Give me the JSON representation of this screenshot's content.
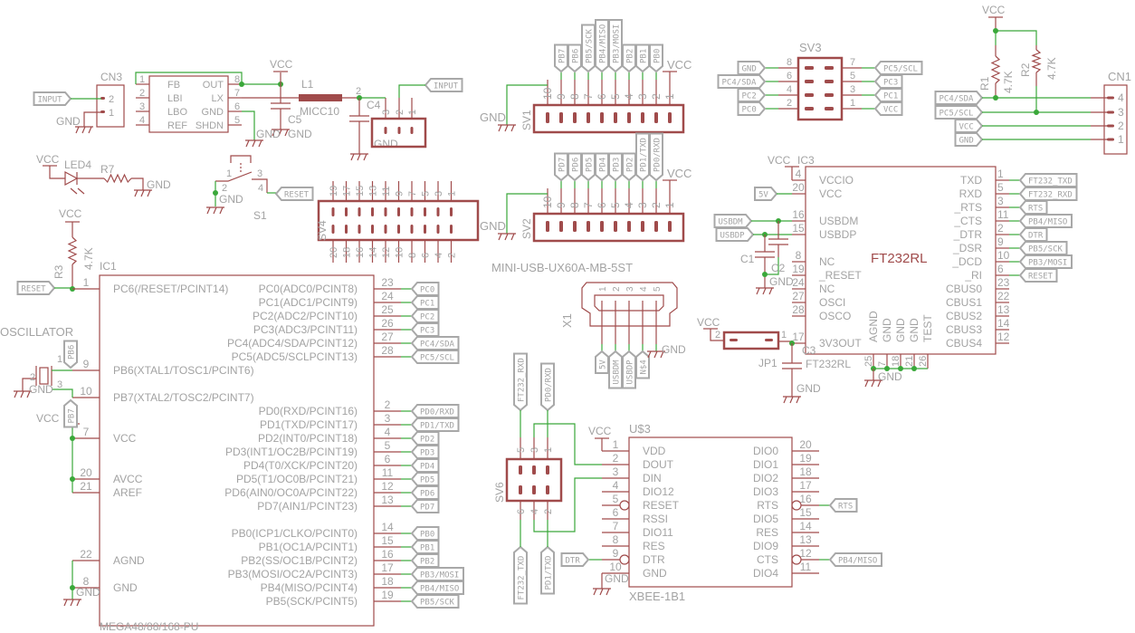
{
  "colors": {
    "wire": "#3aa83a",
    "part": "#a04b4b",
    "text": "#a3a3a3",
    "flag": "#a8a8a8",
    "junction": "#3aa83a",
    "background": "#ffffff"
  },
  "cn3": {
    "name": "CN3",
    "pins": [
      "2",
      "1"
    ],
    "input_flag": "INPUT",
    "gnd": "GND"
  },
  "reg": {
    "left": [
      {
        "num": "1",
        "label": "FB"
      },
      {
        "num": "2",
        "label": "LBI"
      },
      {
        "num": "3",
        "label": "LBO"
      },
      {
        "num": "4",
        "label": "REF"
      }
    ],
    "right": [
      {
        "num": "8",
        "label": "OUT"
      },
      {
        "num": "7",
        "label": "LX"
      },
      {
        "num": "6",
        "label": "GND"
      },
      {
        "num": "5",
        "label": "SHDN"
      }
    ],
    "vcc": "VCC",
    "gnd": [
      "GND",
      "GND"
    ]
  },
  "c5": {
    "name": "C5"
  },
  "l1": {
    "name": "L1",
    "value": "MICC10",
    "pin": "2"
  },
  "c4": {
    "name": "C4",
    "gnd": "GND"
  },
  "hdr3": {
    "pins": [
      "3",
      "2",
      "1"
    ],
    "input_flag": "INPUT"
  },
  "led4": {
    "name": "LED4",
    "vcc": "VCC"
  },
  "r7": {
    "name": "R7",
    "gnd": "GND"
  },
  "s1": {
    "name": "S1",
    "pins": [
      "1",
      "2",
      "3",
      "4"
    ],
    "reset_flag": "RESET",
    "gnd": "GND"
  },
  "sv4": {
    "name": "SV4",
    "top_pins": [
      "19",
      "17",
      "15",
      "13",
      "11",
      "9",
      "7",
      "5",
      "3",
      "1"
    ],
    "bottom_pins": [
      "20",
      "18",
      "16",
      "14",
      "12",
      "10",
      "8",
      "6",
      "4",
      "2"
    ]
  },
  "r3": {
    "name": "R3",
    "value": "4.7K",
    "vcc": "VCC",
    "reset_flag": "RESET"
  },
  "osc": {
    "name": "OSCILLATOR",
    "pins": [
      "2",
      "1",
      "3"
    ],
    "gnd": "GND",
    "pb6_flag": "PB6",
    "pb7_flag": "PB7"
  },
  "ic1": {
    "name": "IC1",
    "value": "MEGA48/88/168-PU",
    "vcc": "VCC",
    "gnd": "GND",
    "left_pins": [
      {
        "num": "1",
        "label": "PC6(/RESET/PCINT14)"
      },
      {
        "num": "9",
        "label": "PB6(XTAL1/TOSC1/PCINT6)"
      },
      {
        "num": "10",
        "label": "PB7(XTAL2/TOSC2/PCINT7)"
      },
      {
        "num": "7",
        "label": "VCC"
      },
      {
        "num": "20",
        "label": "AVCC"
      },
      {
        "num": "21",
        "label": "AREF"
      },
      {
        "num": "22",
        "label": "AGND"
      },
      {
        "num": "8",
        "label": "GND"
      }
    ],
    "right_pins": [
      {
        "num": "23",
        "label": "PC0(ADC0/PCINT8)",
        "net": "PC0"
      },
      {
        "num": "24",
        "label": "PC1(ADC1/PCINT9)",
        "net": "PC1"
      },
      {
        "num": "25",
        "label": "PC2(ADC2/PCINT10)",
        "net": "PC2"
      },
      {
        "num": "26",
        "label": "PC3(ADC3/PCINT11)",
        "net": "PC3"
      },
      {
        "num": "27",
        "label": "PC4(ADC4/SDA/PCINT12)",
        "net": "PC4/SDA"
      },
      {
        "num": "28",
        "label": "PC5(ADC5/SCLPCINT13)",
        "net": "PC5/SCL"
      },
      {
        "num": "2",
        "label": "PD0(RXD/PCINT16)",
        "net": "PD0/RXD"
      },
      {
        "num": "3",
        "label": "PD1(TXD/PCINT17)",
        "net": "PD1/TXD"
      },
      {
        "num": "4",
        "label": "PD2(INT0/PCINT18)",
        "net": "PD2"
      },
      {
        "num": "5",
        "label": "PD3(INT1/OC2B/PCINT19)",
        "net": "PD3"
      },
      {
        "num": "6",
        "label": "PD4(T0/XCK/PCINT20)",
        "net": "PD4"
      },
      {
        "num": "11",
        "label": "PD5(T1/OC0B/PCINT21)",
        "net": "PD5"
      },
      {
        "num": "12",
        "label": "PD6(AIN0/OC0A/PCINT22)",
        "net": "PD6"
      },
      {
        "num": "13",
        "label": "PD7(AIN1/PCINT23)",
        "net": "PD7"
      },
      {
        "num": "14",
        "label": "PB0(ICP1/CLKO/PCINT0)",
        "net": "PB0"
      },
      {
        "num": "15",
        "label": "PB1(OC1A/PCINT1)",
        "net": "PB1"
      },
      {
        "num": "16",
        "label": "PB2(SS/OC1B/PCINT2)",
        "net": "PB2"
      },
      {
        "num": "17",
        "label": "PB3(MOSI/OC2A/PCINT3)",
        "net": "PB3/MOSI"
      },
      {
        "num": "18",
        "label": "PB4(MISO/PCINT4)",
        "net": "PB4/MISO"
      },
      {
        "num": "19",
        "label": "PB5(SCK/PCINT5)",
        "net": "PB5/SCK"
      }
    ]
  },
  "sv1": {
    "name": "SV1",
    "pins": [
      "10",
      "9",
      "8",
      "7",
      "6",
      "5",
      "4",
      "3",
      "2",
      "1"
    ],
    "flags": [
      "PB7",
      "PB6",
      "PB5/SCK",
      "PB4/MISO",
      "PB3/MOSI",
      "PB2",
      "PB1",
      "PB0"
    ],
    "vcc": "VCC",
    "gnd": "GND"
  },
  "sv2": {
    "name": "SV2",
    "pins": [
      "10",
      "9",
      "8",
      "7",
      "6",
      "5",
      "4",
      "3",
      "2",
      "1"
    ],
    "flags": [
      "PD7",
      "PD6",
      "PD5",
      "PD4",
      "PD3",
      "PD2",
      "PD1/TXD",
      "PD0/RXD"
    ],
    "vcc": "VCC",
    "gnd": "GND"
  },
  "x1": {
    "name": "X1",
    "value": "MINI-USB-UX60A-MB-5ST",
    "pins": [
      "1",
      "2",
      "3",
      "4",
      "5"
    ],
    "flags": [
      "5V",
      "USBDM",
      "USBDP",
      "N$4"
    ],
    "gnd": "GND"
  },
  "sv3": {
    "name": "SV3",
    "left": [
      {
        "num": "8",
        "net": "GND"
      },
      {
        "num": "6",
        "net": "PC4/SDA"
      },
      {
        "num": "4",
        "net": "PC2"
      },
      {
        "num": "2",
        "net": "PC0"
      }
    ],
    "right": [
      {
        "num": "7",
        "net": "PC5/SCL"
      },
      {
        "num": "5",
        "net": "PC3"
      },
      {
        "num": "3",
        "net": "PC1"
      },
      {
        "num": "1",
        "net": "VCC"
      }
    ]
  },
  "cn1": {
    "name": "CN1",
    "vcc": "VCC",
    "r1": {
      "name": "R1",
      "value": "4.7K"
    },
    "r2": {
      "name": "R2",
      "value": "4.7K"
    },
    "rows": [
      {
        "num": "4",
        "net": "PC4/SDA"
      },
      {
        "num": "3",
        "net": "PC5/SCL"
      },
      {
        "num": "2",
        "net": "VCC"
      },
      {
        "num": "1",
        "net": "GND"
      }
    ]
  },
  "ic3": {
    "name": "IC3",
    "value": "FT232RL",
    "vcc": "VCC",
    "gnd": "GND",
    "c1": "C1",
    "c2": "C2",
    "vin_flag": "5V",
    "usbdm_flag": "USBDM",
    "usbdp_flag": "USBDP",
    "left": [
      {
        "num": "4",
        "label": "VCCIO"
      },
      {
        "num": "20",
        "label": "VCC"
      },
      {
        "num": "16",
        "label": "USBDM"
      },
      {
        "num": "15",
        "label": "USBDP"
      },
      {
        "num": "8",
        "label": "NC"
      },
      {
        "num": "19",
        "label": "_RESET"
      },
      {
        "num": "24",
        "label": "NC"
      },
      {
        "num": "27",
        "label": "OSCI"
      },
      {
        "num": "28",
        "label": "OSCO"
      },
      {
        "num": "17",
        "label": "3V3OUT"
      }
    ],
    "right": [
      {
        "num": "1",
        "label": "TXD",
        "net": "FT232_TXD"
      },
      {
        "num": "5",
        "label": "RXD",
        "net": "FT232_RXD"
      },
      {
        "num": "3",
        "label": "_RTS",
        "net": "RTS"
      },
      {
        "num": "11",
        "label": "_CTS",
        "net": "PB4/MISO"
      },
      {
        "num": "2",
        "label": "_DTR",
        "net": "DTR"
      },
      {
        "num": "9",
        "label": "_DSR",
        "net": "PB5/SCK"
      },
      {
        "num": "10",
        "label": "_DCD",
        "net": "PB3/MOSI"
      },
      {
        "num": "6",
        "label": "_RI",
        "net": "RESET"
      },
      {
        "num": "23",
        "label": "CBUS0"
      },
      {
        "num": "22",
        "label": "CBUS1"
      },
      {
        "num": "13",
        "label": "CBUS2"
      },
      {
        "num": "14",
        "label": "CBUS3"
      },
      {
        "num": "12",
        "label": "CBUS4"
      }
    ],
    "bottom": [
      {
        "num": "25",
        "label": "AGND"
      },
      {
        "num": "7",
        "label": "GND"
      },
      {
        "num": "18",
        "label": "GND"
      },
      {
        "num": "21",
        "label": "GND"
      },
      {
        "num": "26",
        "label": "TEST"
      }
    ]
  },
  "jp1": {
    "name": "JP1",
    "pins": [
      "2",
      "1"
    ],
    "vcc": "VCC"
  },
  "c3": {
    "name": "C3",
    "value": "FT232RL",
    "gnd": "GND"
  },
  "sv6": {
    "name": "SV6",
    "top_pins": [
      "5",
      "3",
      "1"
    ],
    "bottom_pins": [
      "6",
      "4",
      "2"
    ],
    "flags_top": [
      "FT232_RXD",
      "PD0/RXD"
    ],
    "flags_bottom": [
      "FT232_TXD",
      "PD1/TXD"
    ]
  },
  "u3": {
    "name": "U$3",
    "value": "XBEE-1B1",
    "vcc": "VCC",
    "gnd": "GND",
    "left": [
      {
        "num": "1",
        "label": "VDD"
      },
      {
        "num": "2",
        "label": "DOUT"
      },
      {
        "num": "3",
        "label": "DIN"
      },
      {
        "num": "4",
        "label": "DIO12"
      },
      {
        "num": "5",
        "label": "RESET"
      },
      {
        "num": "6",
        "label": "RSSI"
      },
      {
        "num": "7",
        "label": "DIO11"
      },
      {
        "num": "8",
        "label": "RES"
      },
      {
        "num": "9",
        "label": "DTR"
      },
      {
        "num": "10",
        "label": "GND"
      }
    ],
    "right": [
      {
        "num": "20",
        "label": "DIO0"
      },
      {
        "num": "19",
        "label": "DIO1"
      },
      {
        "num": "18",
        "label": "DIO2"
      },
      {
        "num": "17",
        "label": "DIO3"
      },
      {
        "num": "16",
        "label": "RTS"
      },
      {
        "num": "15",
        "label": "DIO5"
      },
      {
        "num": "14",
        "label": "RES"
      },
      {
        "num": "13",
        "label": "DIO9"
      },
      {
        "num": "12",
        "label": "CTS"
      },
      {
        "num": "11",
        "label": "DIO4"
      }
    ],
    "flags": {
      "rts": "RTS",
      "cts": "PB4/MISO",
      "dtr": "DTR"
    }
  }
}
